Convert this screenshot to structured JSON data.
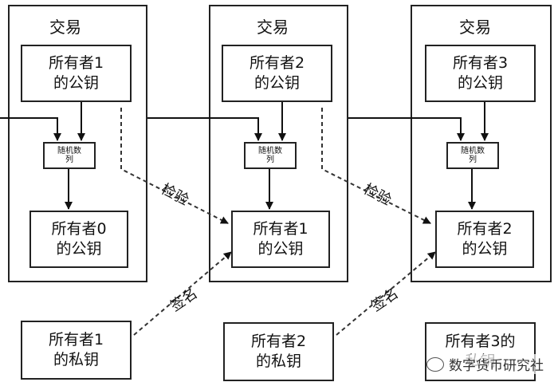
{
  "transaction_label": "交易",
  "transactions": [
    {
      "owner_key": "所有者1\n的公钥",
      "random_label": "随机数\n列",
      "prev_owner_key": "所有者0\n的公钥"
    },
    {
      "owner_key": "所有者2\n的公钥",
      "random_label": "随机数\n列",
      "prev_owner_key": "所有者1\n的公钥"
    },
    {
      "owner_key": "所有者3\n的公钥",
      "random_label": "随机数\n列",
      "prev_owner_key": "所有者2\n的公钥"
    }
  ],
  "private_keys": [
    "所有者1\n的私钥",
    "所有者2\n的私钥",
    "所有者3的\n私钥"
  ],
  "verify_label": "检验",
  "sign_label": "签名",
  "watermark": "数字货币研究社"
}
